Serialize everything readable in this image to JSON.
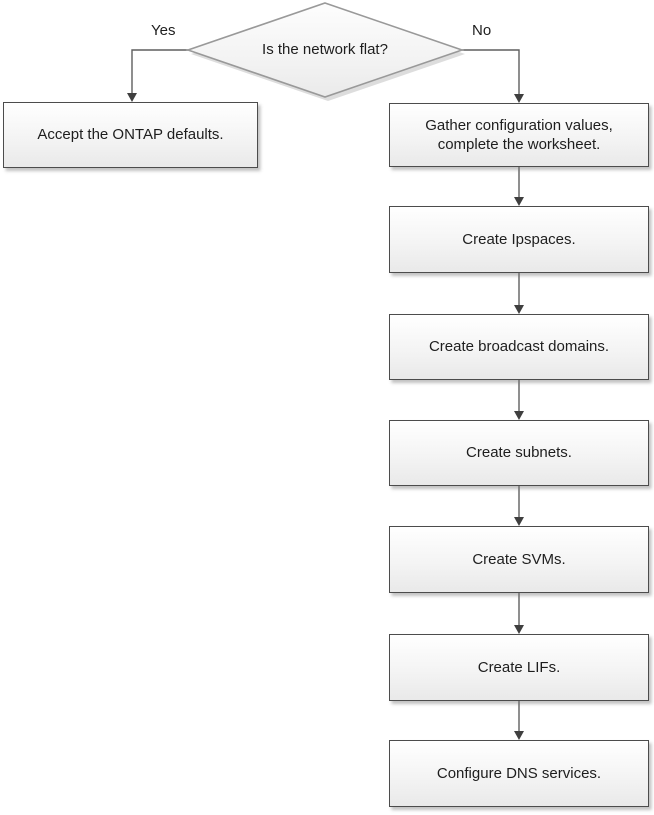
{
  "flowchart": {
    "decision": {
      "label": "Is the network flat?"
    },
    "branches": {
      "yes_label": "Yes",
      "no_label": "No"
    },
    "yes_path": {
      "steps": [
        "Accept the ONTAP defaults."
      ]
    },
    "no_path": {
      "steps": [
        "Gather configuration values, complete the worksheet.",
        "Create Ipspaces.",
        "Create broadcast domains.",
        "Create subnets.",
        "Create SVMs.",
        "Create LIFs.",
        "Configure DNS services."
      ]
    },
    "colors": {
      "box_border": "#4c4c4c",
      "diamond_border": "#999999",
      "connector_line": "#5f5f5f",
      "arrowhead": "#3f3f3f",
      "box_fill_top": "#ffffff",
      "box_fill_bottom": "#e9e9e9",
      "shadow": "#c9c9c9",
      "text": "#1e1e1e",
      "background": "#ffffff"
    }
  }
}
